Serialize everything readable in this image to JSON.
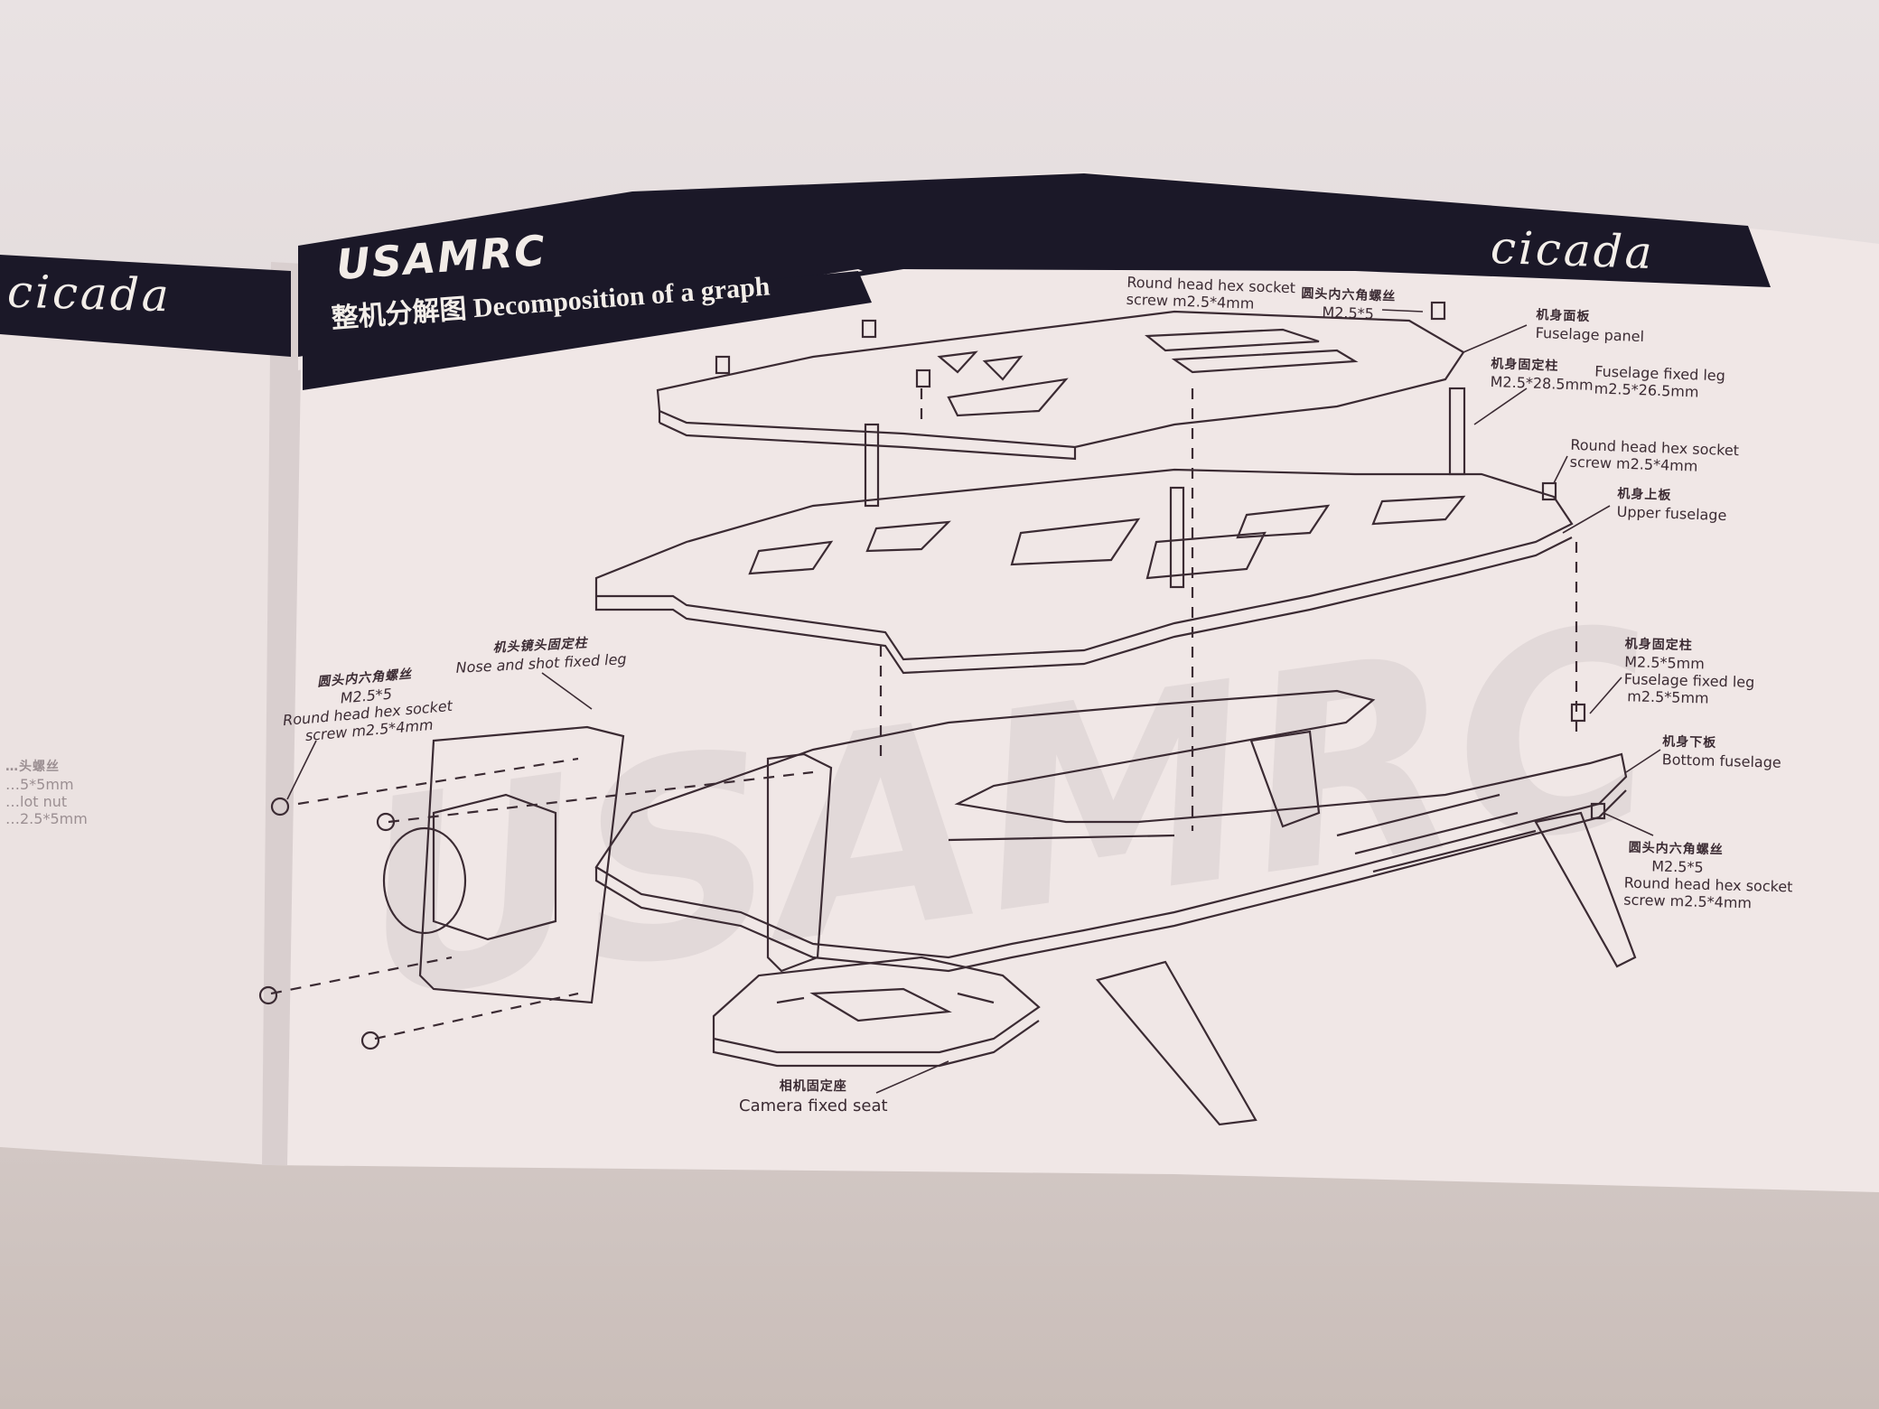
{
  "left_page": {
    "banner_title": "cicada",
    "faded_label": {
      "cn": "…头螺丝",
      "spec": "…5*5mm",
      "en": "…lot nut",
      "size": "…2.5*5mm"
    }
  },
  "right_page": {
    "brand": "USAMRC",
    "banner_title": "cicada",
    "section_cn": "整机分解图",
    "section_en": "Decomposition of a graph",
    "watermark": "USAMRC",
    "labels": [
      {
        "id": "top-screw",
        "en1": "Round head hex socket",
        "en2": "screw m2.5*4mm",
        "cn": "圆头内六角螺丝",
        "spec": "M2.5*5"
      },
      {
        "id": "fuselage-panel",
        "cn": "机身面板",
        "en1": "Fuselage panel"
      },
      {
        "id": "fuselage-leg-long",
        "cn": "机身固定柱",
        "spec": "M2.5*28.5mm",
        "en1": "Fuselage fixed leg",
        "en2": "m2.5*26.5mm"
      },
      {
        "id": "upper-screw",
        "en1": "Round head hex socket",
        "en2": "screw m2.5*4mm"
      },
      {
        "id": "upper-fuselage",
        "cn": "机身上板",
        "en1": "Upper fuselage"
      },
      {
        "id": "fuselage-leg-short",
        "cn": "机身固定柱",
        "spec": "M2.5*5mm",
        "en1": "Fuselage fixed leg",
        "en2": "m2.5*5mm"
      },
      {
        "id": "bottom-fuselage",
        "cn": "机身下板",
        "en1": "Bottom fuselage"
      },
      {
        "id": "bottom-screw",
        "cn": "圆头内六角螺丝",
        "spec": "M2.5*5",
        "en1": "Round head hex socket",
        "en2": "screw m2.5*4mm"
      },
      {
        "id": "camera-screw",
        "cn": "圆头内六角螺丝",
        "spec": "M2.5*5",
        "en1": "Round head hex socket",
        "en2": "screw m2.5*4mm"
      },
      {
        "id": "nose-leg",
        "cn": "机头镜头固定柱",
        "en1": "Nose and shot fixed leg"
      },
      {
        "id": "camera-seat",
        "cn": "相机固定座",
        "en1": "Camera fixed seat"
      }
    ]
  },
  "colors": {
    "banner": "#1b1828",
    "paper": "#efe6e6",
    "ink": "#3b2b33"
  }
}
